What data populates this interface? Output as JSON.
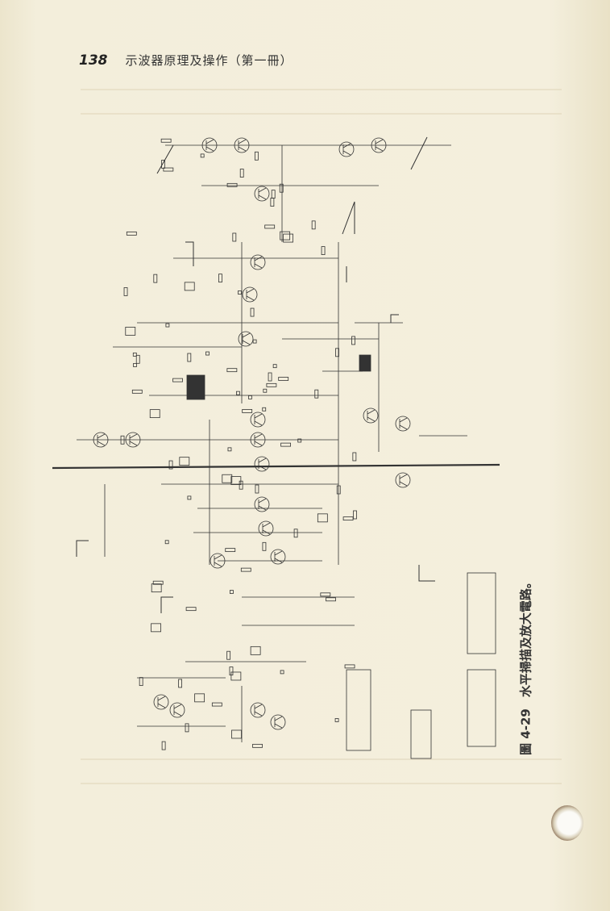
{
  "header": {
    "page_number": "138",
    "book_title": "示波器原理及操作（第一冊）"
  },
  "figure": {
    "label": "圖 4-29",
    "caption": "水平掃描及放大電路。"
  },
  "colors": {
    "paper": "#f1ebd6",
    "ink": "#2a2a2a"
  }
}
